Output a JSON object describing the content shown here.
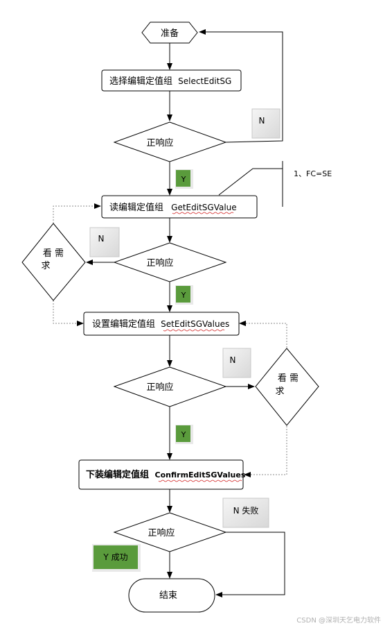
{
  "nodes": {
    "start": "准备",
    "select_cn": "选择编辑定值组",
    "select_en": "SelectEditSG",
    "resp1": "正响应",
    "read_cn": "读编辑定值组",
    "read_en": "GetEditSGValue",
    "resp2": "正响应",
    "set_cn": "设置编辑定值组",
    "set_en": "SetEditSGValues",
    "resp3": "正响应",
    "confirm_cn": "下装编辑定值组",
    "confirm_en": "ConfirmEditSGValues",
    "resp4": "正响应",
    "end": "结束",
    "check_left_1": "看 需",
    "check_left_2": "求",
    "check_right_1": "看 需",
    "check_right_2": "求"
  },
  "labels": {
    "n1": "N",
    "y1": "Y",
    "n2": "N",
    "y2": "Y",
    "n3": "N",
    "y3": "Y",
    "n4": "N 失败",
    "y4": "Y 成功"
  },
  "annotation": "1、FC=SE",
  "watermark": "CSDN @深圳天乞电力软件",
  "colors": {
    "line": "#000000",
    "green_label": "#5a9b3c",
    "gray_label": "#e6e6e6",
    "dotted": "#8a8a8a",
    "squiggle": "#d02020"
  }
}
